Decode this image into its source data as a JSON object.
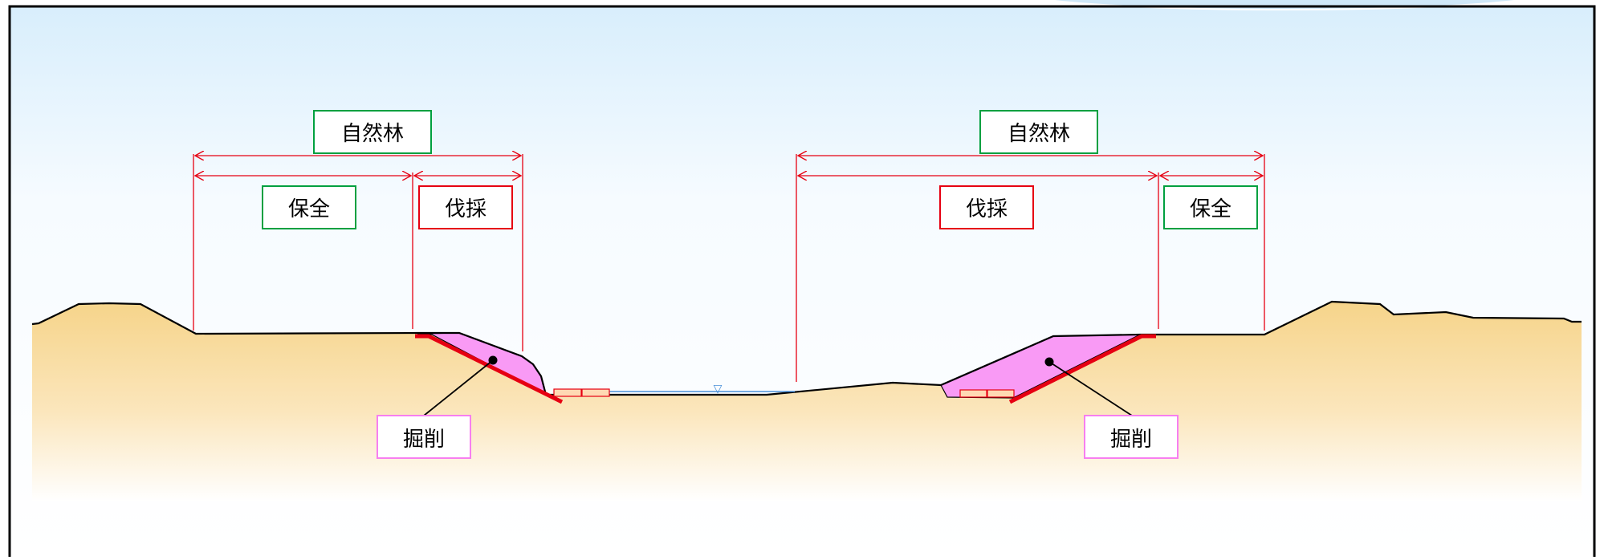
{
  "labels": {
    "left_natural_forest": "自然林",
    "left_conservation": "保全",
    "left_felling": "伐採",
    "left_excavation": "掘削",
    "right_natural_forest": "自然林",
    "right_felling": "伐採",
    "right_conservation": "保全",
    "right_excavation": "掘削"
  },
  "water_level_symbol": "▽",
  "colors": {
    "frame": "#000000",
    "sky_top": "#d8eefc",
    "ground_top": "#f6d48a",
    "ground_fade": "#ffffff",
    "dimension_line": "#e60012",
    "forest_label_border": "#00a040",
    "felling_label_border": "#e60012",
    "excavation_fill": "#f99af5",
    "excavation_label_border": "#f77ff0",
    "cut_slope_line": "#e60012",
    "water_line": "#4a90d9",
    "block_fill": "#ffd9b3"
  }
}
